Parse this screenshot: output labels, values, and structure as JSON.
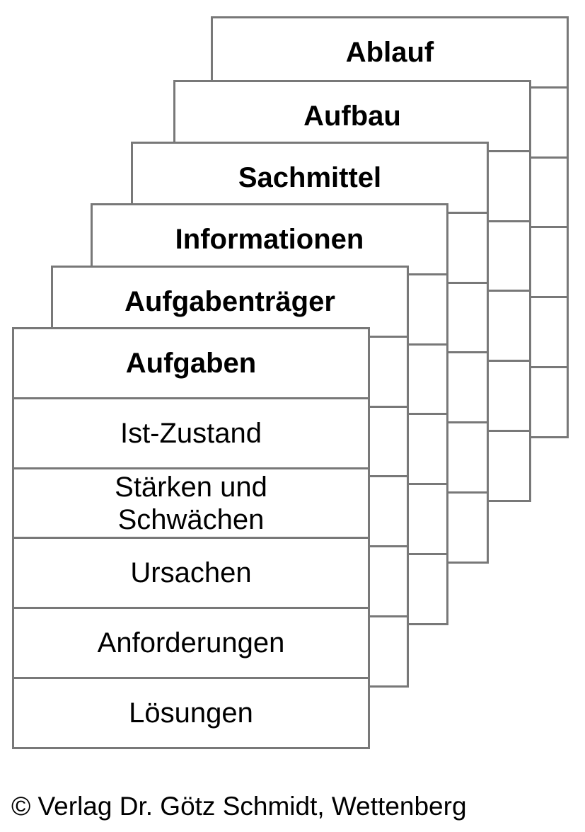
{
  "diagram": {
    "cards": [
      {
        "title": "Ablauf"
      },
      {
        "title": "Aufbau"
      },
      {
        "title": "Sachmittel"
      },
      {
        "title": "Informationen"
      },
      {
        "title": "Aufgabenträger"
      },
      {
        "title": "Aufgaben",
        "rows": [
          "Ist-Zustand",
          "Stärken und Schwächen",
          "Ursachen",
          "Anforderungen",
          "Lösungen"
        ]
      }
    ],
    "colors": {
      "border": "#787878",
      "background": "#ffffff",
      "text": "#000000"
    }
  },
  "footer": {
    "copyright": "© Verlag Dr. Götz Schmidt, Wettenberg"
  }
}
